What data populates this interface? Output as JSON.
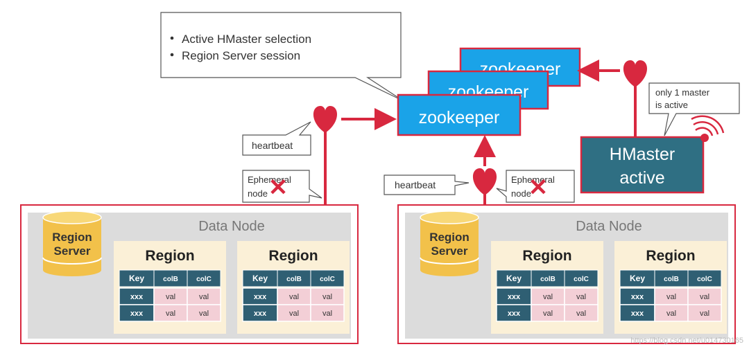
{
  "callout": {
    "items": [
      "Active HMaster selection",
      "Region Server session"
    ]
  },
  "zookeeper": {
    "label": "zookeeper",
    "color": "#1aa3e8"
  },
  "hmaster": {
    "line1": "HMaster",
    "line2": "active",
    "color": "#2f6f83"
  },
  "note_master": {
    "line1": "only 1 master",
    "line2": "is active"
  },
  "heartbeat_label": "heartbeat",
  "ephemeral": {
    "line1": "Ephemeral",
    "line2": "node"
  },
  "colors": {
    "accent": "#d8283f",
    "region_bg": "#fbf0d7",
    "key_cell": "#2f5f73",
    "val_cell": "#f3cfd6",
    "cylinder": "#f2c14a"
  },
  "nodes": [
    {
      "title": "Data Node",
      "server": {
        "line1": "Region",
        "line2": "Server"
      },
      "regions": [
        {
          "title": "Region",
          "headers": [
            "Key",
            "colB",
            "colC"
          ],
          "rows": [
            [
              "xxx",
              "val",
              "val"
            ],
            [
              "xxx",
              "val",
              "val"
            ]
          ]
        },
        {
          "title": "Region",
          "headers": [
            "Key",
            "colB",
            "colC"
          ],
          "rows": [
            [
              "xxx",
              "val",
              "val"
            ],
            [
              "xxx",
              "val",
              "val"
            ]
          ]
        }
      ]
    },
    {
      "title": "Data Node",
      "server": {
        "line1": "Region",
        "line2": "Server"
      },
      "regions": [
        {
          "title": "Region",
          "headers": [
            "Key",
            "colB",
            "colC"
          ],
          "rows": [
            [
              "xxx",
              "val",
              "val"
            ],
            [
              "xxx",
              "val",
              "val"
            ]
          ]
        },
        {
          "title": "Region",
          "headers": [
            "Key",
            "colB",
            "colC"
          ],
          "rows": [
            [
              "xxx",
              "val",
              "val"
            ],
            [
              "xxx",
              "val",
              "val"
            ]
          ]
        }
      ]
    }
  ],
  "watermark": "https://blog.csdn.net/u014730165"
}
